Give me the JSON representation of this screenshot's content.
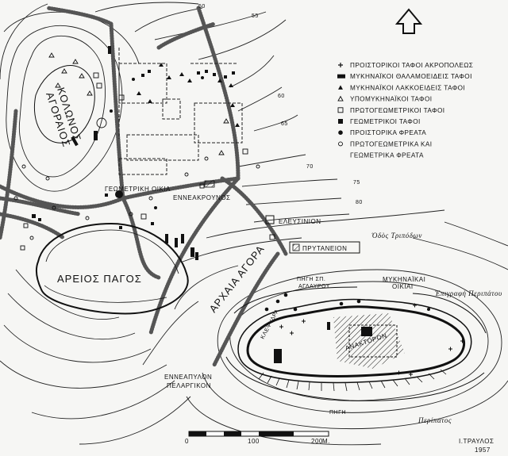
{
  "legend": {
    "items": [
      {
        "symbol": "cross",
        "label": "ΠΡΟΙΣΤΟΡΙΚΟΙ ΤΑΦΟΙ ΑΚΡΟΠΟΛΕΩΣ"
      },
      {
        "symbol": "bar",
        "label": "ΜΥΚΗΝΑΪΚΟΙ ΘΑΛΑΜΟΕΙΔΕΙΣ ΤΑΦΟΙ"
      },
      {
        "symbol": "triangle-filled",
        "label": "ΜΥΚΗΝΑΪΚΟΙ ΛΑΚΚΟΕΙΔΕΙΣ ΤΑΦΟΙ"
      },
      {
        "symbol": "triangle-open",
        "label": "ΥΠΟΜΥΚΗΝΑΪΚΟΙ ΤΑΦΟΙ"
      },
      {
        "symbol": "square-open",
        "label": "ΠΡΩΤΟΓΕΩΜΕΤΡΙΚΟΙ ΤΑΦΟΙ"
      },
      {
        "symbol": "square-filled",
        "label": "ΓΕΩΜΕΤΡΙΚΟΙ ΤΑΦΟΙ"
      },
      {
        "symbol": "dot-filled",
        "label": "ΠΡΟΙΣΤΟΡΙΚΑ ΦΡΕΑΤΑ"
      },
      {
        "symbol": "dot-open",
        "label": "ΠΡΩΤΟΓΕΩΜΕΤΡΙΚΑ ΚΑΙ"
      }
    ],
    "continuation": "ΓΕΩΜΕΤΡΙΚΑ ΦΡΕΑΤΑ"
  },
  "places": {
    "kolonos_1": "ΚΟΛΩΝΟΣ",
    "kolonos_2": "ΑΓΟΡΑΙΟΣ",
    "areios_pagos": "ΑΡΕΙΟΣ ΠΑΓΟΣ",
    "archaia_agora": "ΑΡΧΑΙΑ ΑΓΟΡΑ",
    "geometriki_oikia": "ΓΕΩΜΕΤΡΙΚΗ ΟΙΚΙΑ",
    "enneakrounos": "ΕΝΝΕΑΚΡΟΥΝΟΣ",
    "eleusinion": "ΕΛΕΥΣΙΝΙΟΝ",
    "odos_tripodon": "Ὁδὸς Τριπόδων",
    "prytaneion": "ΠΡΥΤΑΝΕΙΟΝ",
    "pigi_aglaurou_1": "ΠΗΓΗ ΣΠ.",
    "pigi_aglaurou_2": "ΑΓΛΑΥΡΟΥ",
    "mykinaikai_oikiai_1": "ΜΥΚΗΝΑΪΚΑΙ",
    "mykinaikai_oikiai_2": "ΟΙΚΙΑΙ",
    "epigrafi_peripatou": "Ἐπιγραφὴ Περιπάτου",
    "klepsydra": "ΚΛΕΨΥΔΡΑ",
    "anaktoron": "ΑΝΑΚΤΟΡΟΝ",
    "enneapylon_1": "ΕΝΝΕΑΠΥΛΟΝ",
    "enneapylon_2": "ΠΕΛΑΡΓΙΚΟΝ",
    "pigi": "ΠΗΓΗ",
    "peripatos": "Περίπατος"
  },
  "contours": [
    "50",
    "55",
    "60",
    "65",
    "70",
    "75",
    "80"
  ],
  "scale": {
    "t0": "0",
    "t1": "100",
    "t2": "200",
    "unit": "Μ."
  },
  "credit": {
    "author": "Ι.ΤΡΑΥΛΟΣ",
    "year": "1957"
  },
  "icons": {
    "north": "north-arrow-icon"
  }
}
